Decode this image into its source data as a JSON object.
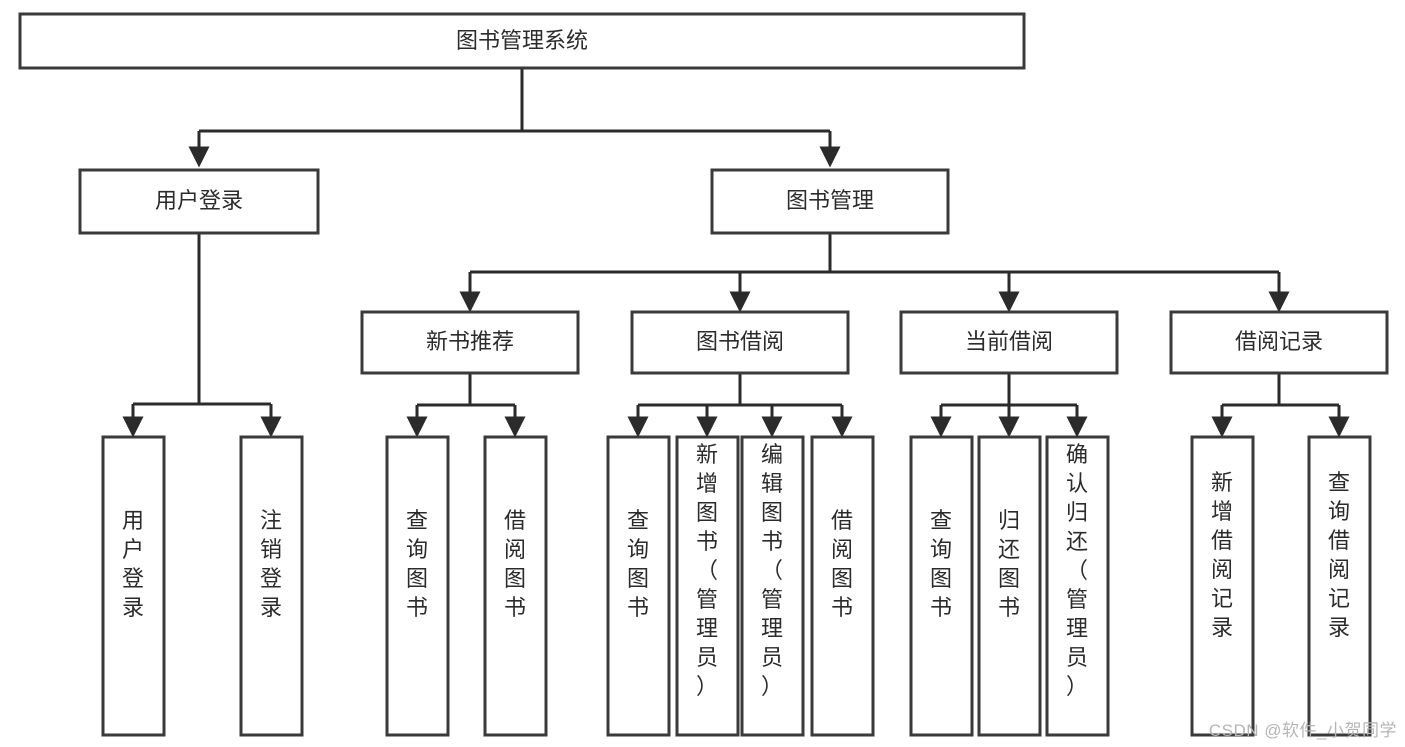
{
  "diagram": {
    "type": "tree",
    "title": "图书管理系统",
    "watermark": "CSDN @软件_小贺同学",
    "colors": {
      "box_stroke": "#3a3a3a",
      "edge": "#2b2b2b",
      "text": "#2b2b2b",
      "background": "#ffffff",
      "watermark": "#b5b5b5"
    },
    "nodes": {
      "root": {
        "label": "图书管理系统"
      },
      "level2": [
        {
          "label": "用户登录"
        },
        {
          "label": "图书管理"
        }
      ],
      "level3": [
        {
          "label": "新书推荐"
        },
        {
          "label": "图书借阅"
        },
        {
          "label": "当前借阅"
        },
        {
          "label": "借阅记录"
        }
      ],
      "leaves_user_login": [
        {
          "label": "用户登录"
        },
        {
          "label": "注销登录"
        }
      ],
      "leaves_new_book": [
        {
          "label": "查询图书"
        },
        {
          "label": "借阅图书"
        }
      ],
      "leaves_borrow": [
        {
          "label": "查询图书"
        },
        {
          "label": "新增图书（管理员）"
        },
        {
          "label": "编辑图书（管理员）"
        },
        {
          "label": "借阅图书"
        }
      ],
      "leaves_current": [
        {
          "label": "查询图书"
        },
        {
          "label": "归还图书"
        },
        {
          "label": "确认归还（管理员）"
        }
      ],
      "leaves_record": [
        {
          "label": "新增借阅记录"
        },
        {
          "label": "查询借阅记录"
        }
      ]
    },
    "edges": [
      {
        "from": "图书管理系统",
        "to": "用户登录"
      },
      {
        "from": "图书管理系统",
        "to": "图书管理"
      },
      {
        "from": "用户登录",
        "to": "用户登录"
      },
      {
        "from": "用户登录",
        "to": "注销登录"
      },
      {
        "from": "图书管理",
        "to": "新书推荐"
      },
      {
        "from": "图书管理",
        "to": "图书借阅"
      },
      {
        "from": "图书管理",
        "to": "当前借阅"
      },
      {
        "from": "图书管理",
        "to": "借阅记录"
      },
      {
        "from": "新书推荐",
        "to": "查询图书"
      },
      {
        "from": "新书推荐",
        "to": "借阅图书"
      },
      {
        "from": "图书借阅",
        "to": "查询图书"
      },
      {
        "from": "图书借阅",
        "to": "新增图书（管理员）"
      },
      {
        "from": "图书借阅",
        "to": "编辑图书（管理员）"
      },
      {
        "from": "图书借阅",
        "to": "借阅图书"
      },
      {
        "from": "当前借阅",
        "to": "查询图书"
      },
      {
        "from": "当前借阅",
        "to": "归还图书"
      },
      {
        "from": "当前借阅",
        "to": "确认归还（管理员）"
      },
      {
        "from": "借阅记录",
        "to": "新增借阅记录"
      },
      {
        "from": "借阅记录",
        "to": "查询借阅记录"
      }
    ]
  }
}
